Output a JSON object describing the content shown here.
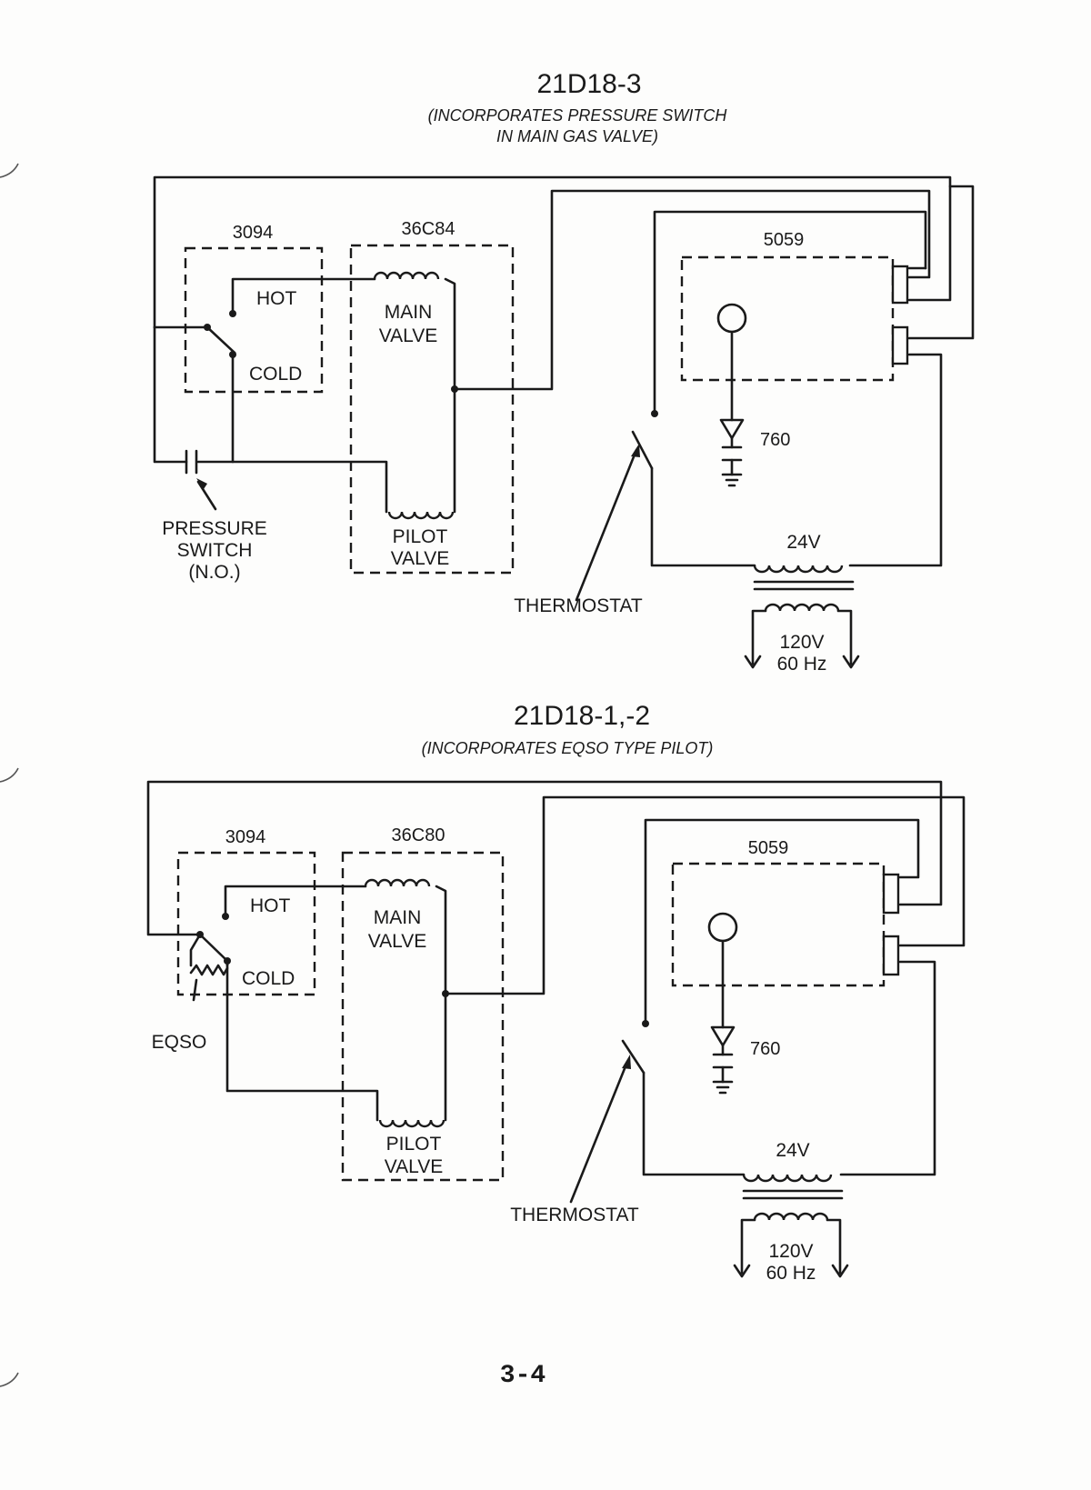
{
  "diagram_top": {
    "title": "21D18-3",
    "subtitle_line1": "(INCORPORATES PRESSURE SWITCH",
    "subtitle_line2": "IN MAIN GAS VALVE)",
    "box_3094": "3094",
    "box_36c": "36C84",
    "box_5059": "5059",
    "hot": "HOT",
    "cold": "COLD",
    "main_valve_1": "MAIN",
    "main_valve_2": "VALVE",
    "pilot_valve_1": "PILOT",
    "pilot_valve_2": "VALVE",
    "pressure_switch_1": "PRESSURE",
    "pressure_switch_2": "SWITCH",
    "pressure_switch_3": "(N.O.)",
    "sensor": "760",
    "secondary": "24V",
    "primary_1": "120V",
    "primary_2": "60 Hz",
    "thermostat": "THERMOSTAT"
  },
  "diagram_bottom": {
    "title": "21D18-1,-2",
    "subtitle": "(INCORPORATES EQSO TYPE PILOT)",
    "box_3094": "3094",
    "box_36c": "36C80",
    "box_5059": "5059",
    "hot": "HOT",
    "cold": "COLD",
    "main_valve_1": "MAIN",
    "main_valve_2": "VALVE",
    "pilot_valve_1": "PILOT",
    "pilot_valve_2": "VALVE",
    "eqso": "EQSO",
    "sensor": "760",
    "secondary": "24V",
    "primary_1": "120V",
    "primary_2": "60 Hz",
    "thermostat": "THERMOSTAT"
  },
  "page_number": "3-4"
}
